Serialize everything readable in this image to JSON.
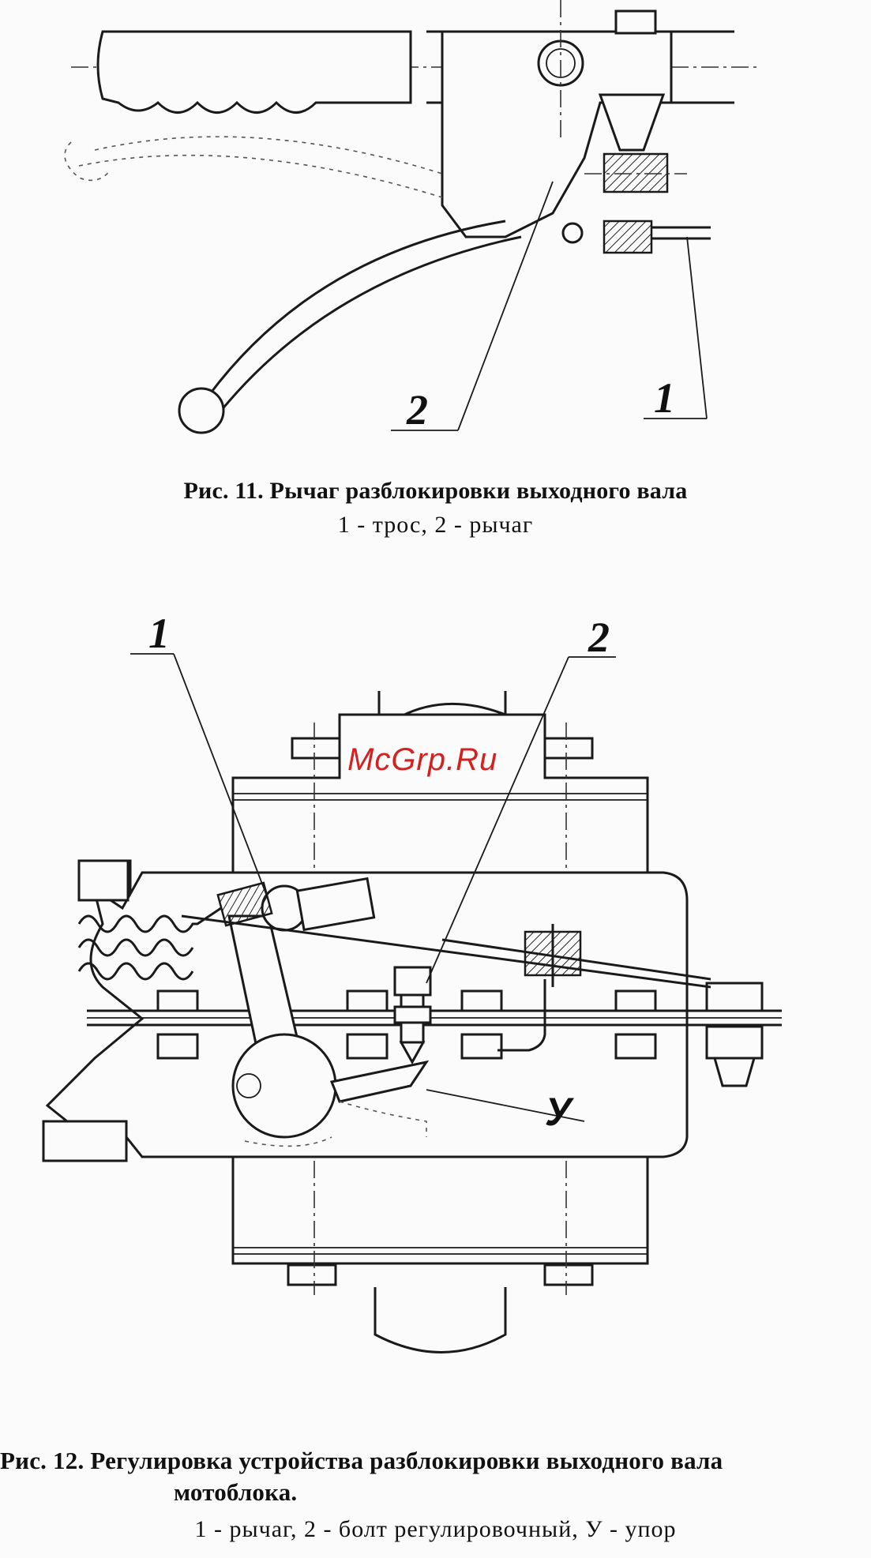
{
  "figure11": {
    "callout_1": "1",
    "callout_2": "2",
    "title": "Рис. 11. Рычаг разблокировки выходного вала",
    "legend": "1 - трос, 2 - рычаг"
  },
  "figure12": {
    "callout_1": "1",
    "callout_2": "2",
    "callout_u": "У",
    "title_line1": "Рис. 12. Регулировка устройства разблокировки выходного вала",
    "title_line2": "мотоблока.",
    "legend": "1 - рычаг, 2 - болт регулировочный, У - упор"
  },
  "watermark": "McGrp.Ru"
}
